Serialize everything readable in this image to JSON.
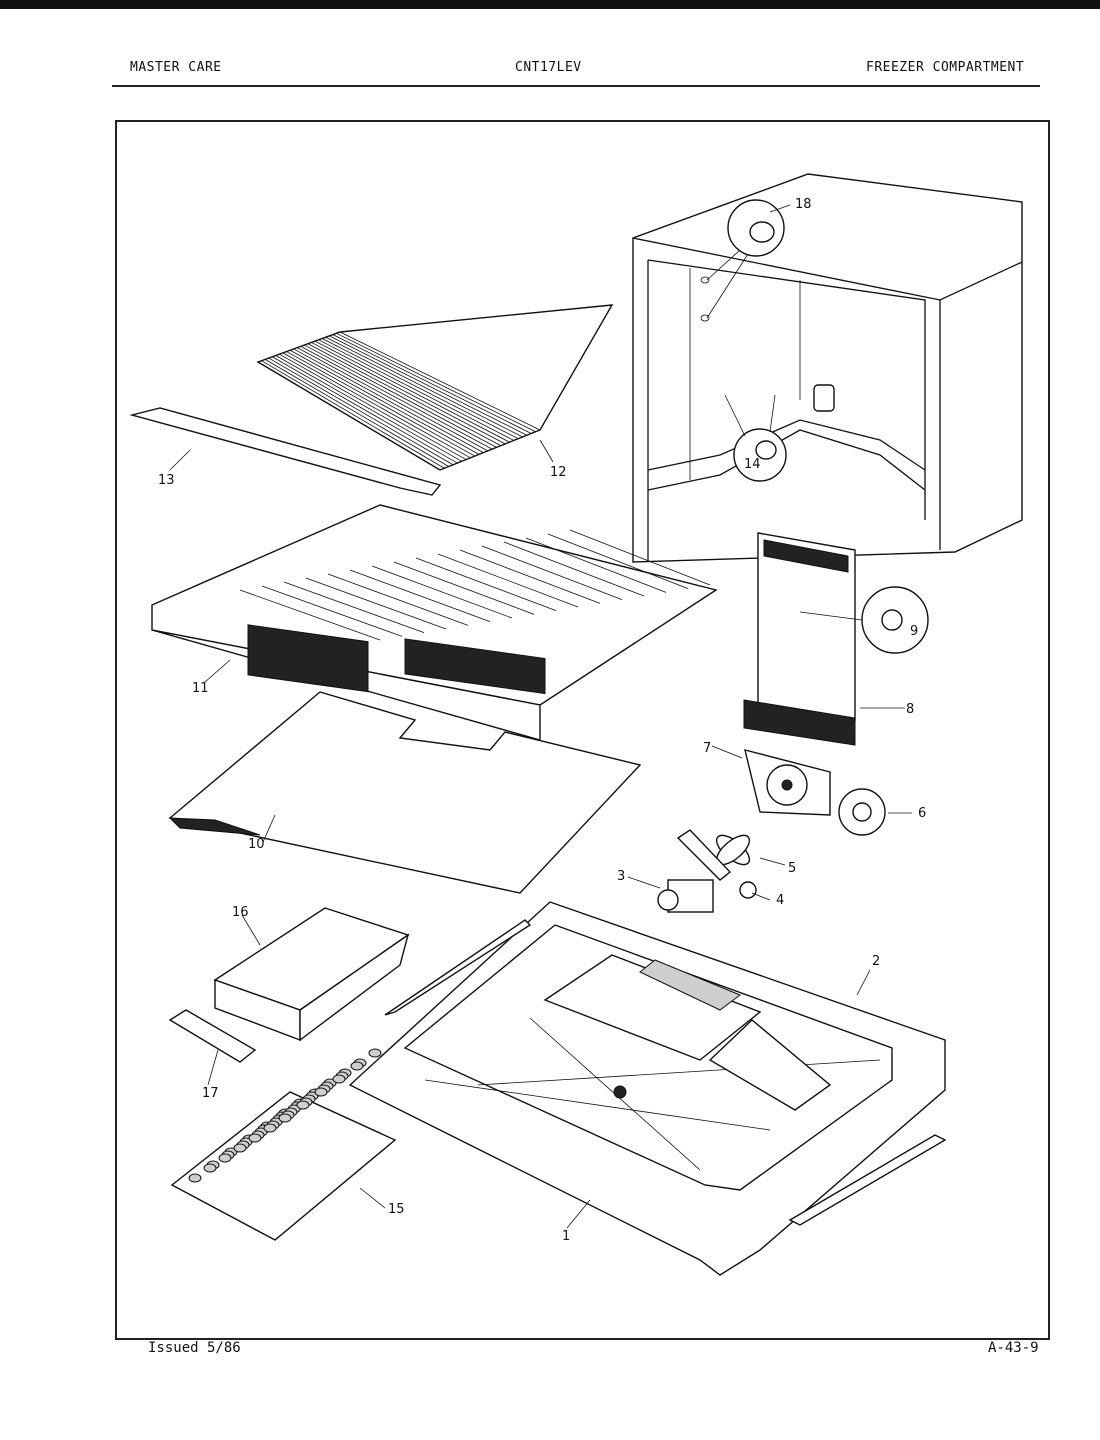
{
  "header": {
    "brand": "MASTER CARE",
    "model": "CNT17LEV",
    "section": "FREEZER COMPARTMENT"
  },
  "footer": {
    "issued": "Issued 5/86",
    "page_code": "A-43-9"
  },
  "callouts": [
    "1",
    "2",
    "3",
    "4",
    "5",
    "6",
    "7",
    "8",
    "9",
    "10",
    "11",
    "12",
    "13",
    "14",
    "15",
    "16",
    "17",
    "18"
  ]
}
